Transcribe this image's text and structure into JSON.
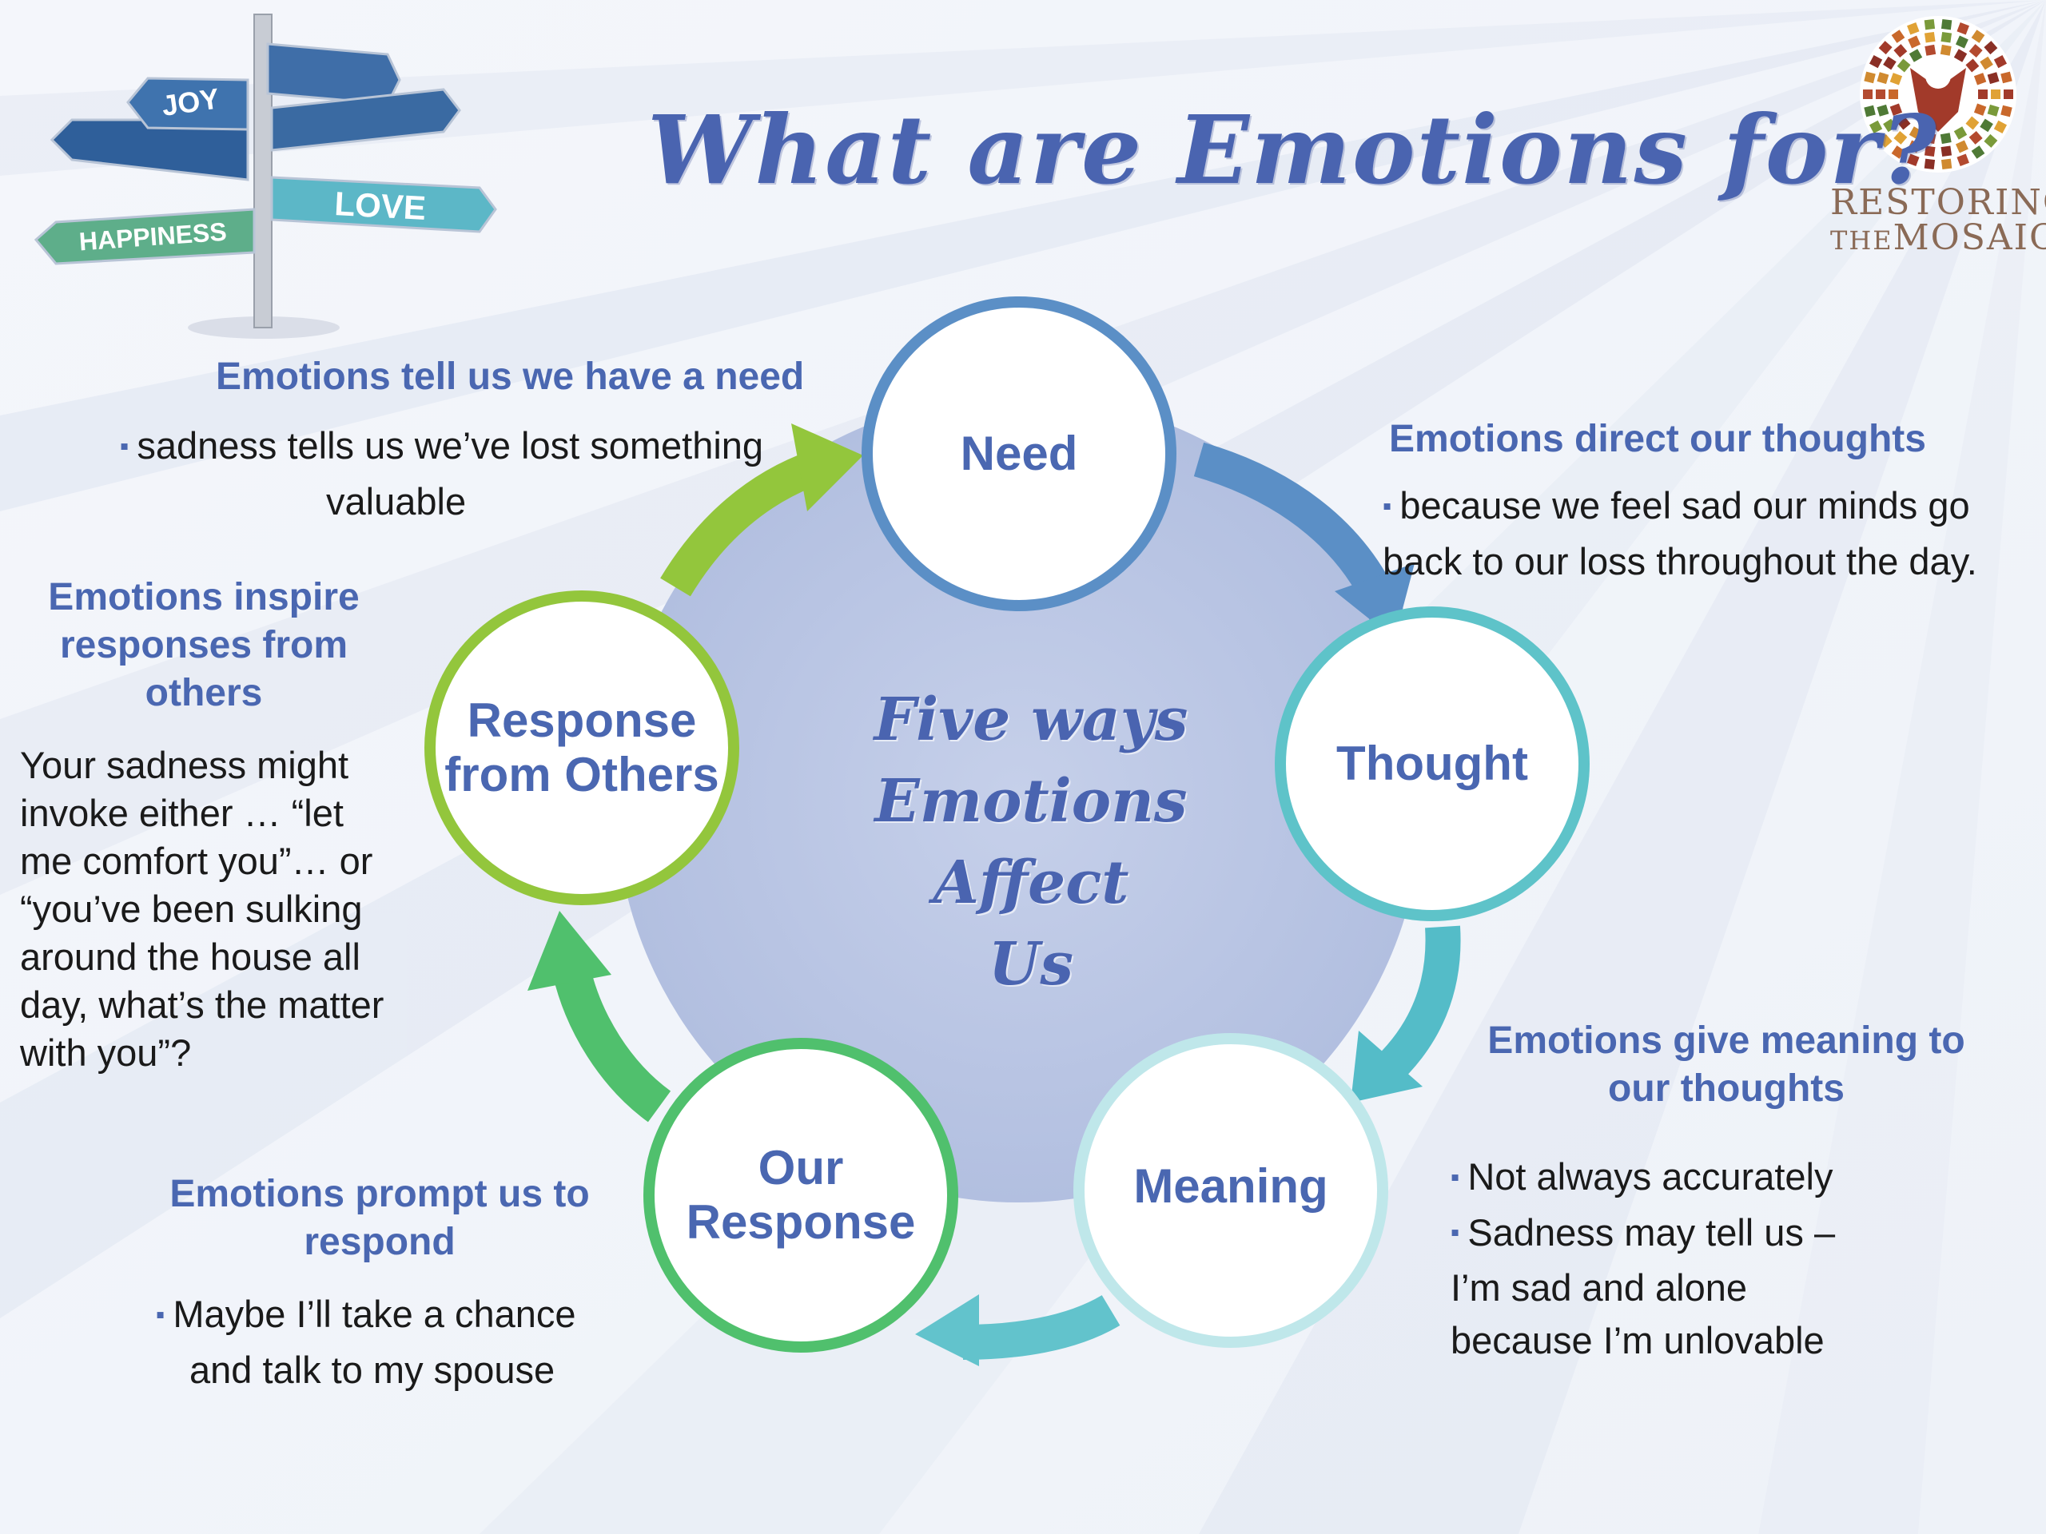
{
  "title": "What are Emotions for?",
  "signpost": {
    "signs": [
      "JOY",
      "LOVE",
      "HAPPINESS"
    ]
  },
  "brand": {
    "line1": "RESTORING",
    "line2_small": "THE",
    "line2": "MOSAIC"
  },
  "center": {
    "lines": [
      "Five ways",
      "Emotions",
      "Affect",
      "Us"
    ]
  },
  "nodes": {
    "need": "Need",
    "thought": "Thought",
    "meaning": "Meaning",
    "our_response": [
      "Our",
      "Response"
    ],
    "response_others": [
      "Response",
      "from Others"
    ]
  },
  "notes": {
    "need": {
      "heading": "Emotions tell us we have a need",
      "body_line1": "sadness tells us we’ve lost something",
      "body_line2": "valuable"
    },
    "thought": {
      "heading": "Emotions direct our thoughts",
      "body_line1": "because we feel sad our minds go",
      "body_line2": "back to our loss throughout the day."
    },
    "meaning": {
      "heading_line1": "Emotions give meaning to",
      "heading_line2": "our thoughts",
      "bullet1": "Not always accurately",
      "bullet2": "Sadness may tell us –",
      "body_line3": "I’m sad and alone",
      "body_line4": "because I’m unlovable"
    },
    "our_response": {
      "heading_line1": "Emotions prompt us to",
      "heading_line2": "respond",
      "body_line1": "Maybe I’ll take a chance",
      "body_line2": "and talk to my spouse"
    },
    "response_others": {
      "heading_lines": [
        "Emotions inspire",
        "responses from",
        "others"
      ],
      "body_lines": [
        "Your sadness might",
        "invoke either … “let",
        "me comfort you”… or",
        "“you’ve been sulking",
        "around the house all",
        "day, what’s the matter",
        "with you”?"
      ]
    }
  },
  "colors": {
    "title": "#4a64b0",
    "center_disc": "#b9c5e3",
    "need_ring": "#5b8fc6",
    "thought_ring": "#5ec3c9",
    "meaning_ring": "#bfe7ea",
    "our_response_ring": "#50c06d",
    "response_others_ring": "#93c63c",
    "arrow_need_thought": "#5b8fc6",
    "arrow_thought_meaning": "#54bcc8",
    "arrow_meaning_response": "#62c3cc",
    "arrow_response_others": "#50c06d",
    "arrow_others_need": "#93c63c"
  }
}
